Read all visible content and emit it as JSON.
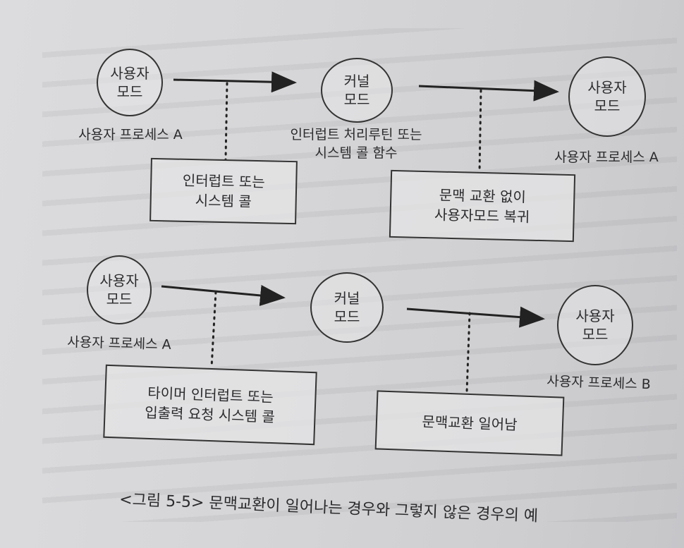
{
  "top": {
    "left_mode": "사용자\n모드",
    "left_process": "사용자 프로세스 A",
    "center_mode": "커널\n모드",
    "center_label": "인터럽트 처리루틴 또는\n시스템 콜 함수",
    "right_mode": "사용자\n모드",
    "right_process": "사용자 프로세스 A",
    "event_box": "인터럽트 또는\n시스템 콜",
    "result_box": "문맥 교환 없이\n사용자모드 복귀"
  },
  "bottom": {
    "left_mode": "사용자\n모드",
    "left_process": "사용자 프로세스 A",
    "center_mode": "커널\n모드",
    "right_mode": "사용자\n모드",
    "right_process": "사용자 프로세스 B",
    "event_box": "타이머 인터럽트 또는\n입출력 요청 시스템 콜",
    "result_box": "문맥교환 일어남"
  },
  "caption": "<그림 5-5> 문맥교환이 일어나는 경우와 그렇지 않은 경우의 예"
}
